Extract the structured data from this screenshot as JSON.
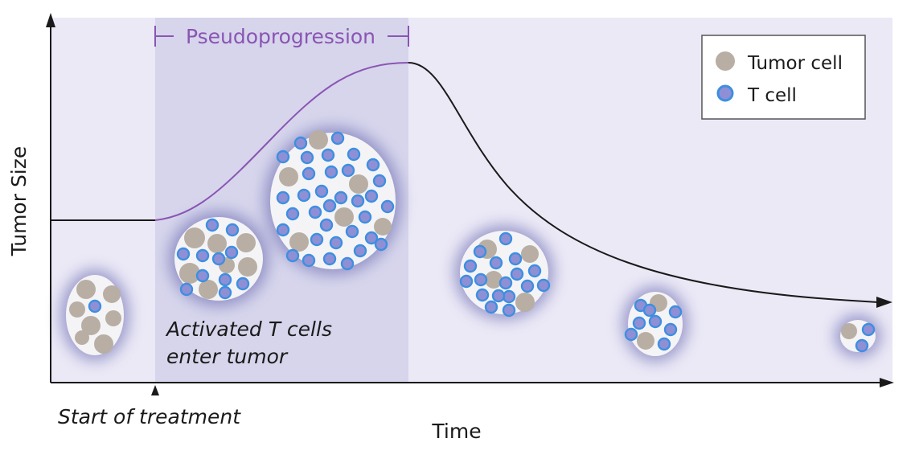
{
  "labels": {
    "y_axis": "Tumor Size",
    "x_axis": "Time",
    "start": "Start of treatment",
    "phase": "Pseudoprogression",
    "annotation_line1": "Activated T cells",
    "annotation_line2": "enter tumor"
  },
  "legend": {
    "tumor": "Tumor cell",
    "tcell": "T cell"
  },
  "colors": {
    "plot_bg": "#ebe9f6",
    "phase_bg": "#d6d5ec",
    "phase_accent": "#8a55b3",
    "curve": "#1a1a1a",
    "tumor_cell": "#b8aea4",
    "t_cell_fill": "#8f8fd6",
    "t_cell_ring": "#3d8fe0",
    "cluster_fill": "#f4f4f6"
  },
  "icons": [
    "tumor-cell-icon",
    "t-cell-icon",
    "arrow-up-icon",
    "arrow-right-icon"
  ]
}
